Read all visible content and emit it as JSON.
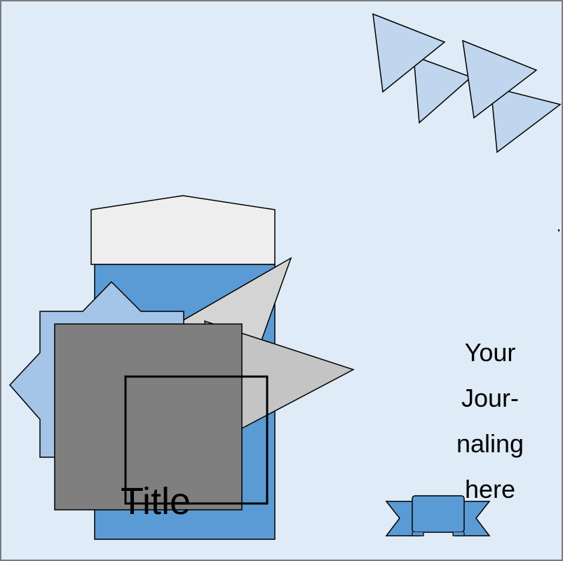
{
  "page": {
    "colors": {
      "background": "#dfebf7",
      "page_border": "#7a7a7a",
      "light_blue": "#c0d6ee",
      "medium_blue": "#a4c4e8",
      "blue": "#5b9bd5",
      "light_gray": "#eeeeee",
      "gray": "#c4c4c4",
      "silver": "#d4d4d4",
      "dark_gray": "#7f7f7f",
      "outline": "#000000"
    }
  },
  "title": {
    "label": "Title"
  },
  "journaling": {
    "lines": [
      "Your",
      "Jour-",
      "naling",
      "here"
    ]
  }
}
